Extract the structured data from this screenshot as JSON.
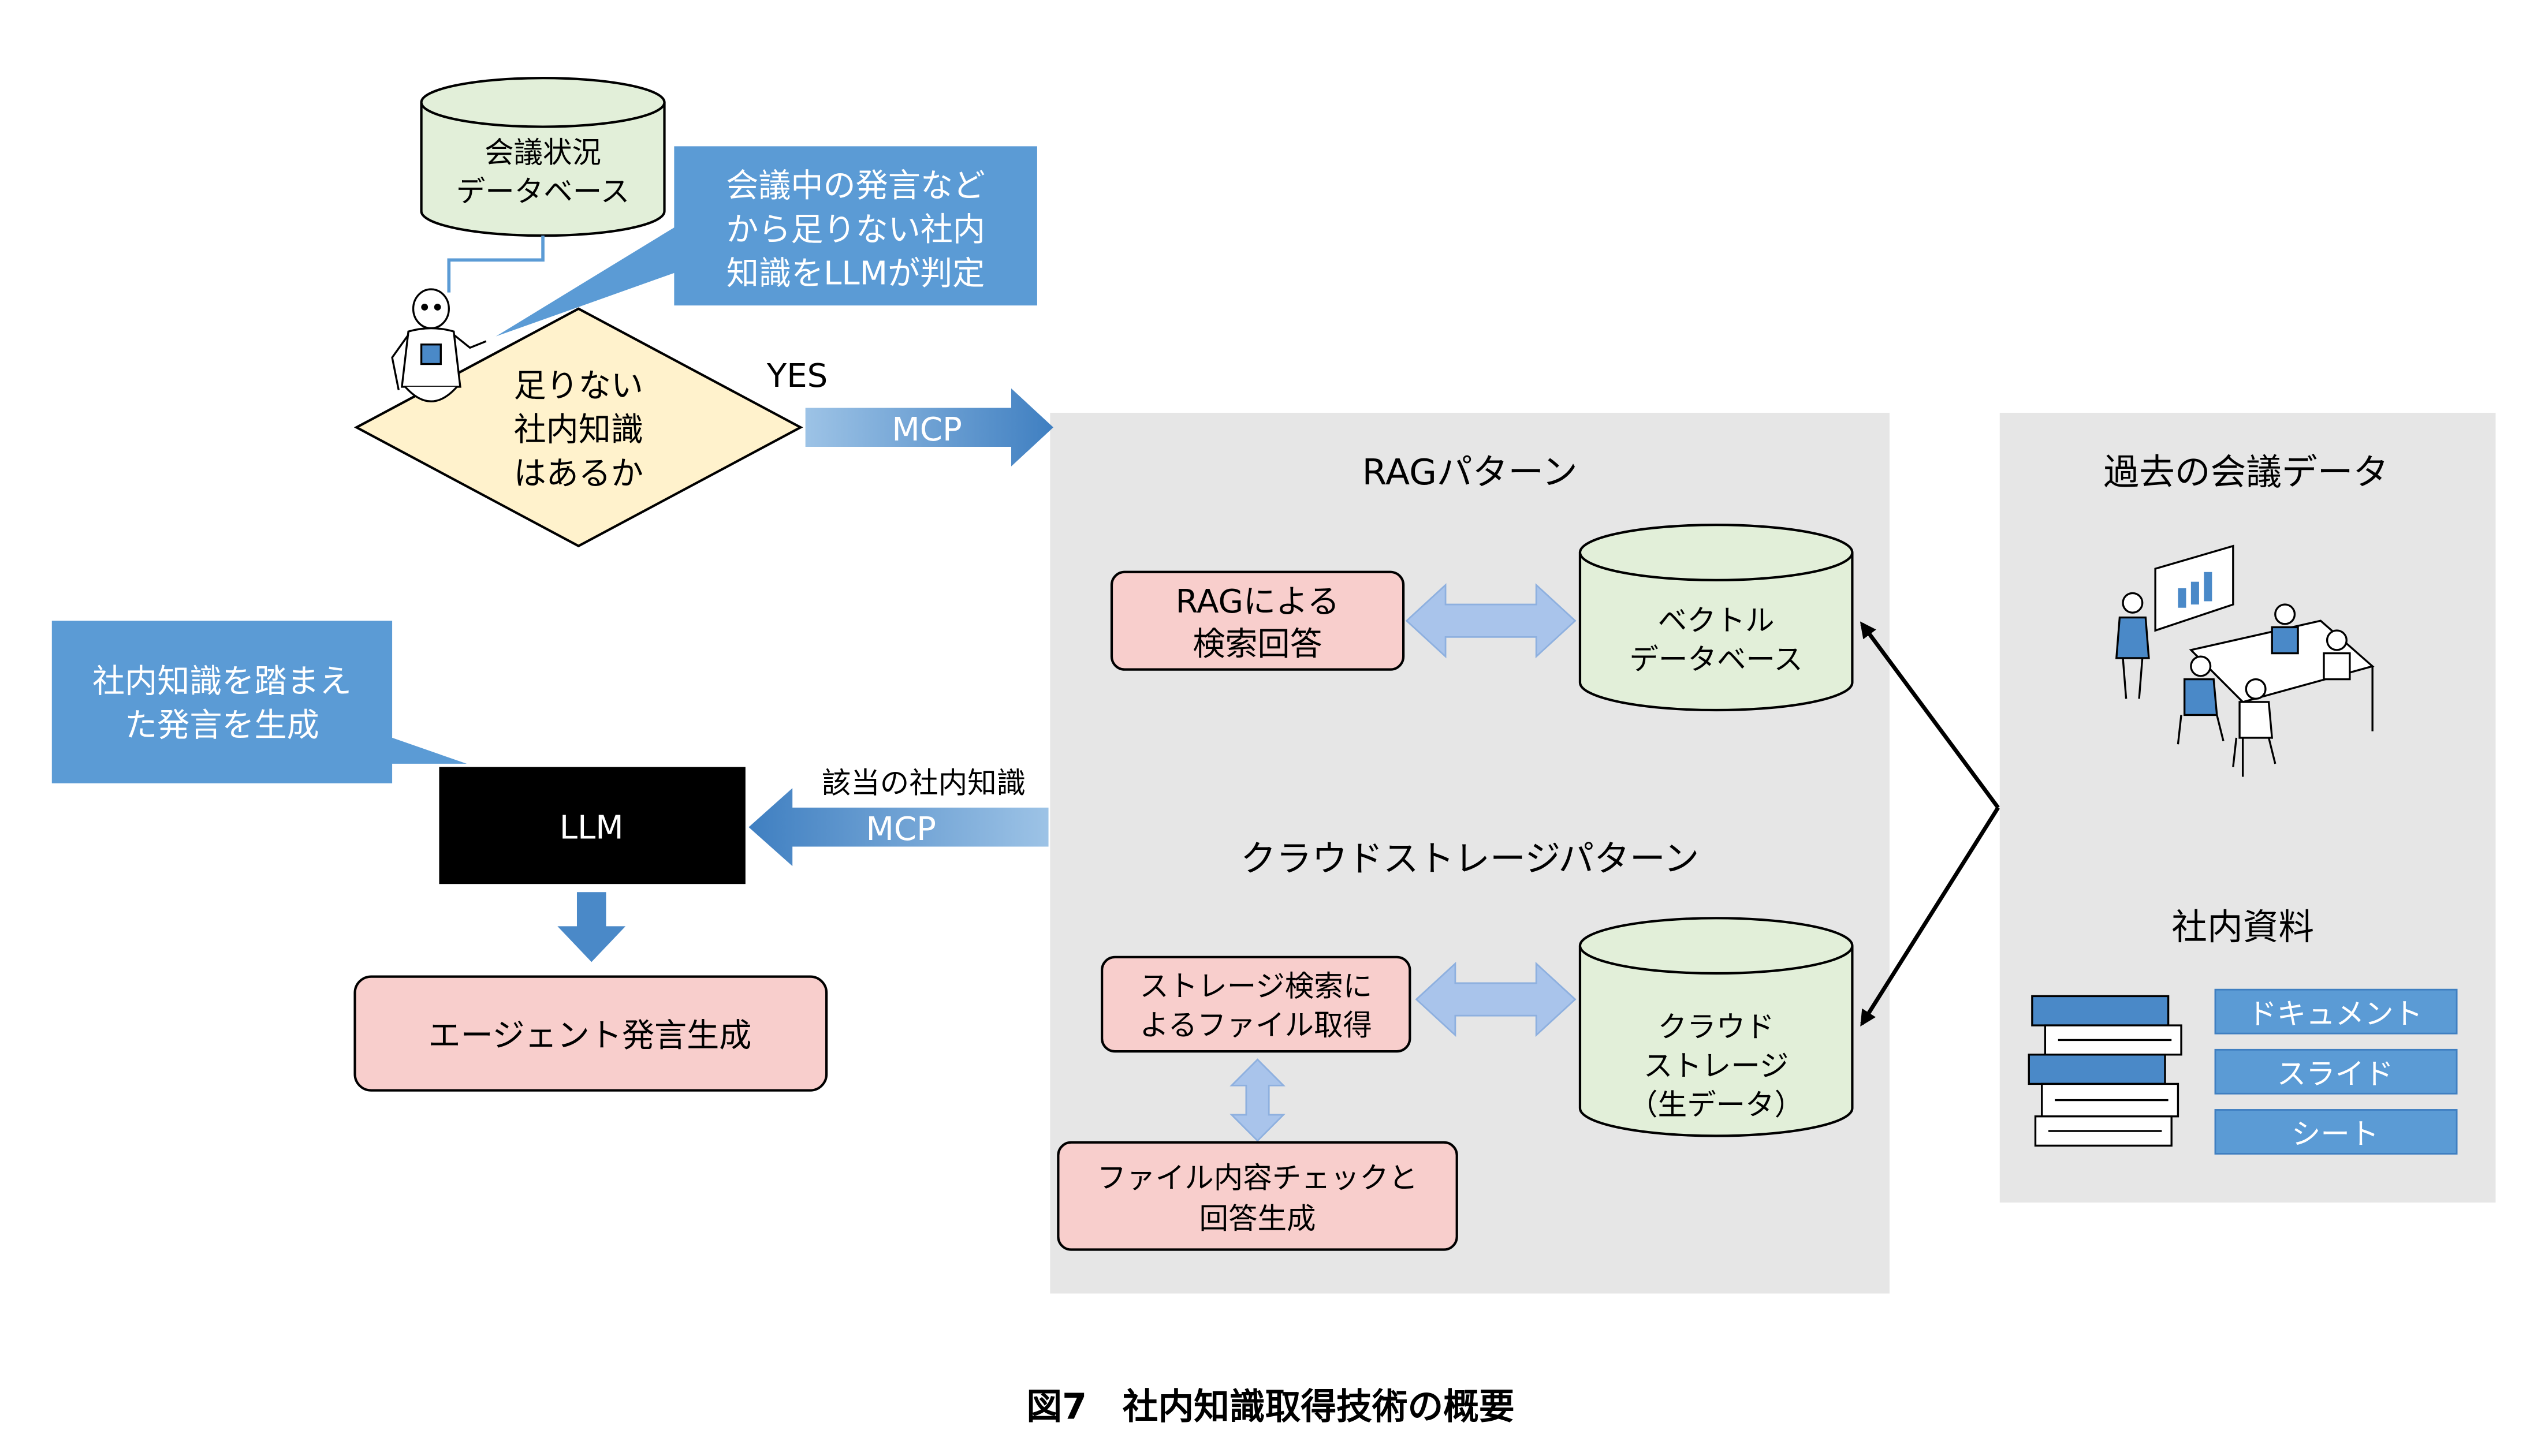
{
  "db_meeting": {
    "line1": "会議状況",
    "line2": "データベース"
  },
  "callout_judge": {
    "line1": "会議中の発言など",
    "line2": "から足りない社内",
    "line3": "知識をLLMが判定"
  },
  "decision": {
    "line1": "足りない",
    "line2": "社内知識",
    "line3": "はあるか"
  },
  "yes_label": "YES",
  "mcp_right_label": "MCP",
  "rag_pattern": {
    "title": "RAGパターン",
    "search_box": {
      "line1": "RAGによる",
      "line2": "検索回答"
    },
    "vector_db": {
      "line1": "ベクトル",
      "line2": "データベース"
    }
  },
  "cloud_pattern": {
    "title": "クラウドストレージパターン",
    "search_box": {
      "line1": "ストレージ検索に",
      "line2": "よるファイル取得"
    },
    "check_box": {
      "line1": "ファイル内容チェックと",
      "line2": "回答生成"
    },
    "storage": {
      "line1": "クラウド",
      "line2": "ストレージ",
      "line3": "（生データ）"
    }
  },
  "past_meetings": {
    "title": "過去の会議データ"
  },
  "internal_docs": {
    "title": "社内資料",
    "tags": [
      "ドキュメント",
      "スライド",
      "シート"
    ]
  },
  "callout_generate": {
    "line1": "社内知識を踏まえ",
    "line2": "た発言を生成"
  },
  "llm_label": "LLM",
  "mcp_left": {
    "caption": "該当の社内知識",
    "label": "MCP"
  },
  "agent_output": "エージェント発言生成",
  "figure_caption": "図7　社内知識取得技術の概要",
  "colors": {
    "callout_blue": "#5b9bd5",
    "arrow_blue": "#4a89c8",
    "db_green": "#e2efd9",
    "decision_yellow": "#fff2cc",
    "pink": "#f8cecc",
    "panel_gray": "#e6e6e6",
    "light_arrow": "#a9c4eb",
    "black": "#000000"
  }
}
